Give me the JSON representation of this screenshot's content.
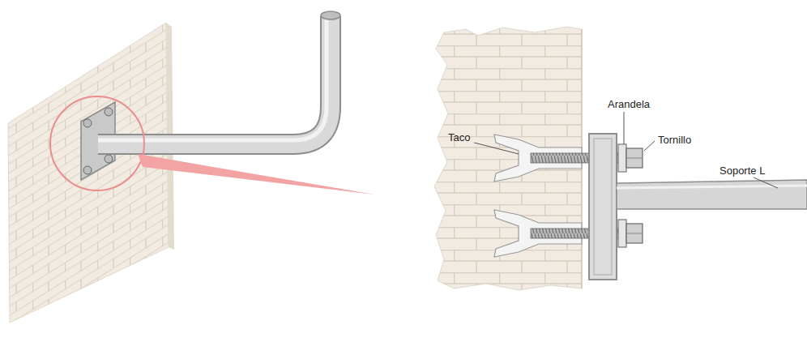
{
  "diagram": {
    "labels": [
      "Taco",
      "Arandela",
      "Tornillo",
      "Soporte L"
    ]
  }
}
